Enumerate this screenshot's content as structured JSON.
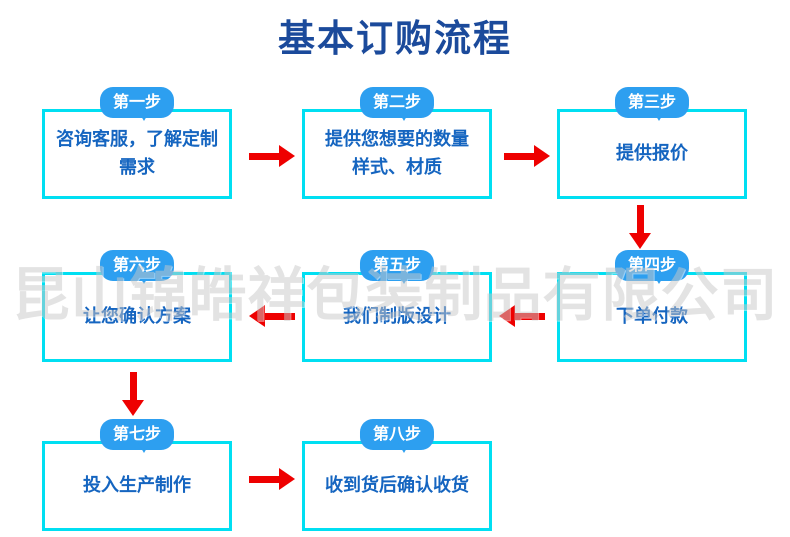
{
  "title": "基本订购流程",
  "watermark": "昆山锦皓祥包装制品有限公司",
  "colors": {
    "title_text": "#1b4a9b",
    "box_border": "#00dff2",
    "box_text": "#1565c0",
    "badge_bg": "#2d9ff0",
    "badge_text": "#ffffff",
    "arrow": "#ee0000",
    "watermark": "#c9c9c9"
  },
  "steps": [
    {
      "badge": "第一步",
      "lines": [
        "咨询客服，了解定制",
        "需求"
      ]
    },
    {
      "badge": "第二步",
      "lines": [
        "提供您想要的数量",
        "样式、材质"
      ]
    },
    {
      "badge": "第三步",
      "lines": [
        "提供报价"
      ]
    },
    {
      "badge": "第四步",
      "lines": [
        "下单付款"
      ]
    },
    {
      "badge": "第五步",
      "lines": [
        "我们制版设计"
      ]
    },
    {
      "badge": "第六步",
      "lines": [
        "让您确认方案"
      ]
    },
    {
      "badge": "第七步",
      "lines": [
        "投入生产制作"
      ]
    },
    {
      "badge": "第八步",
      "lines": [
        "收到货后确认收货"
      ]
    }
  ],
  "flow_arrows": [
    {
      "from": 1,
      "to": 2,
      "direction": "right"
    },
    {
      "from": 2,
      "to": 3,
      "direction": "right"
    },
    {
      "from": 3,
      "to": 4,
      "direction": "down"
    },
    {
      "from": 4,
      "to": 5,
      "direction": "left"
    },
    {
      "from": 5,
      "to": 6,
      "direction": "left"
    },
    {
      "from": 6,
      "to": 7,
      "direction": "down"
    },
    {
      "from": 7,
      "to": 8,
      "direction": "right"
    }
  ]
}
